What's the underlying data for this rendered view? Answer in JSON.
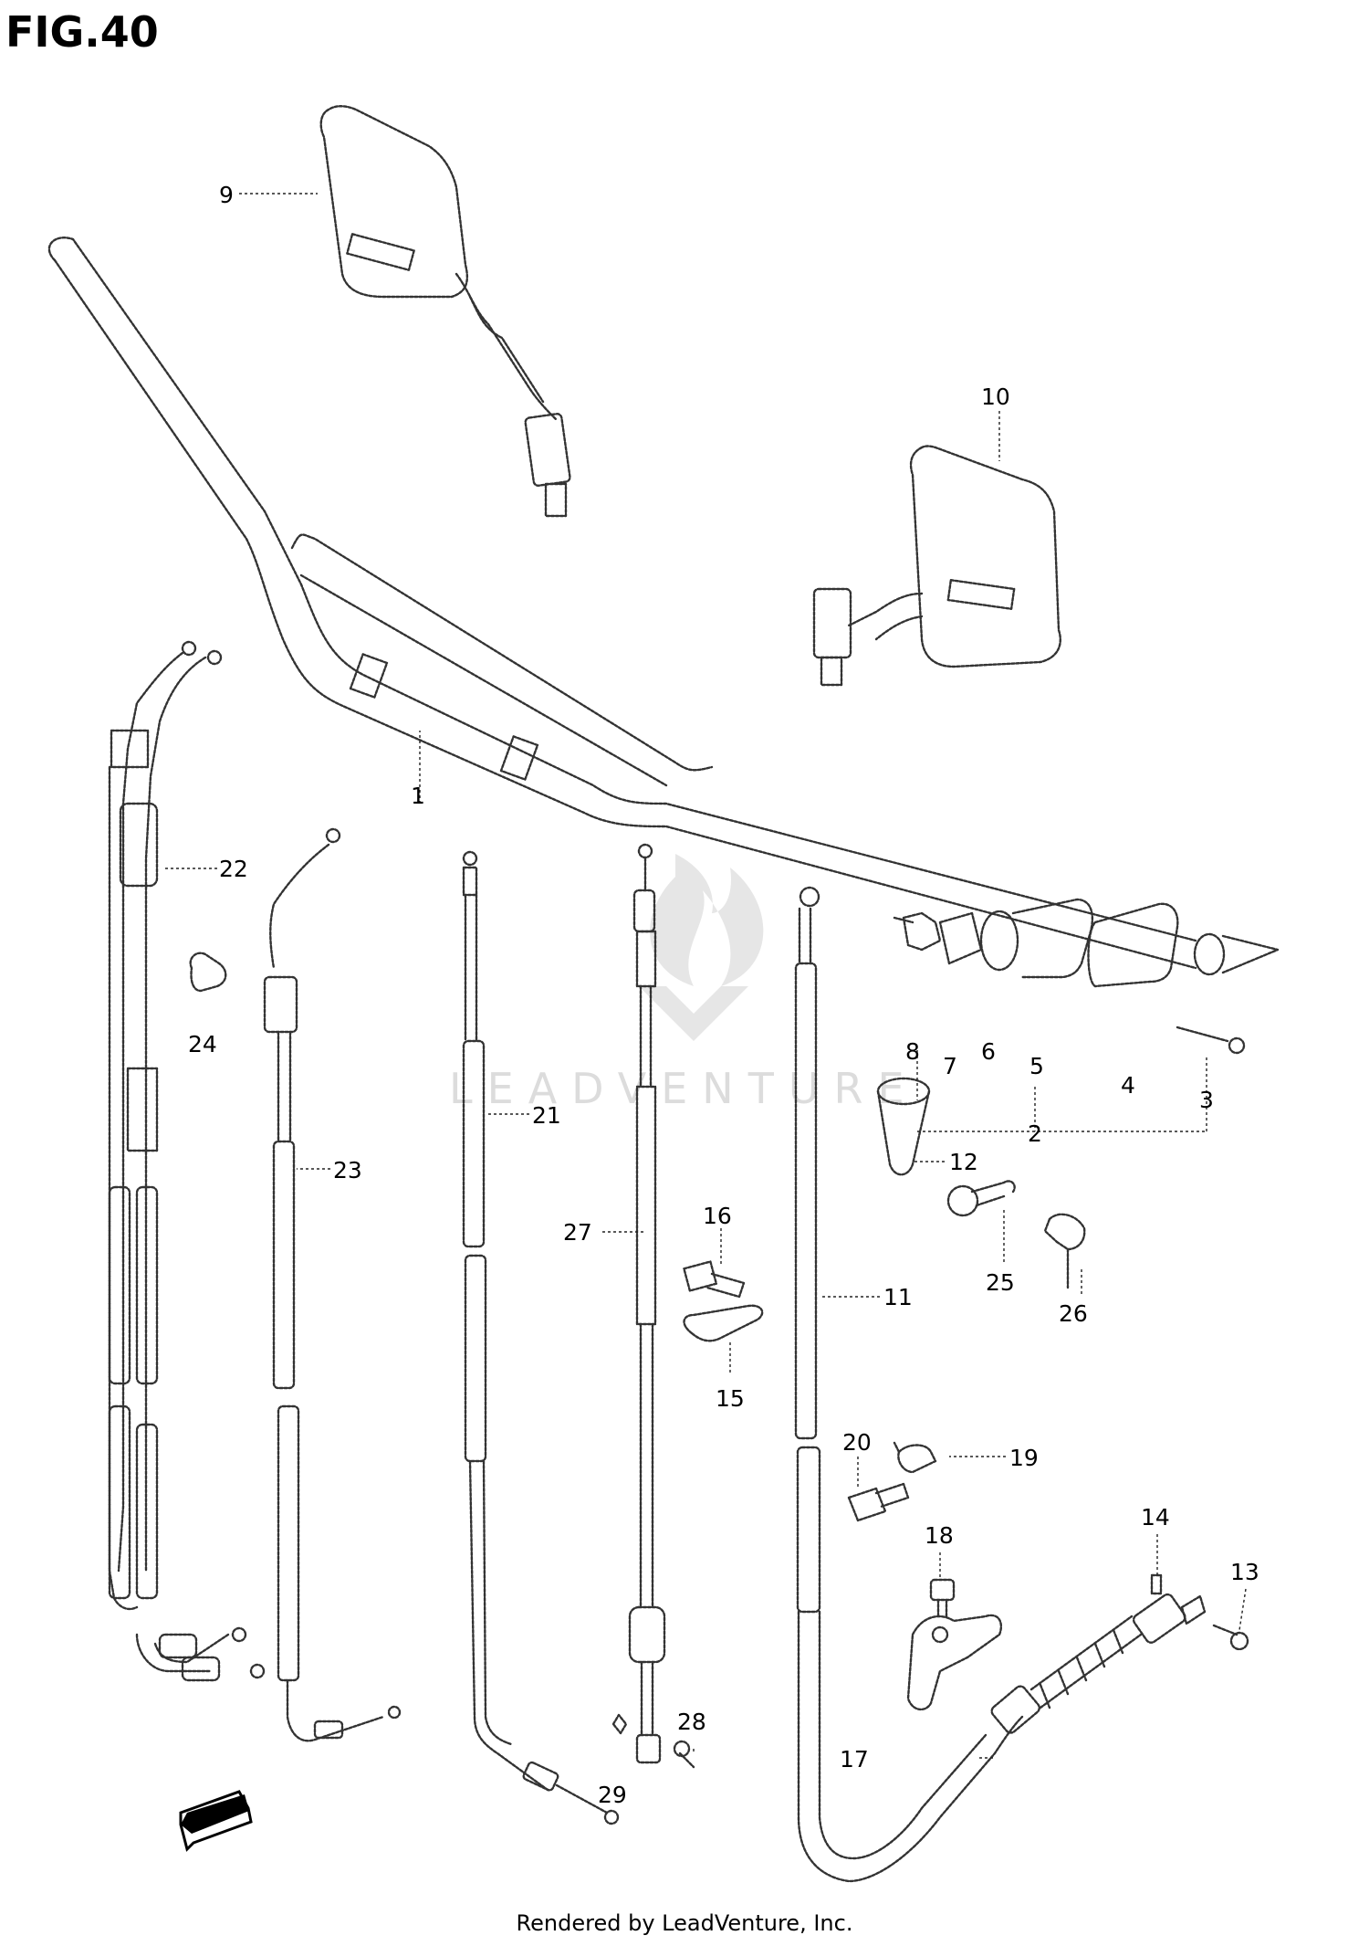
{
  "figure": {
    "title": "FIG.40",
    "footer": "Rendered by LeadVenture, Inc.",
    "watermark": "LEADVENTURE",
    "direction_arrow": "FWD"
  },
  "callouts": [
    {
      "id": "p1",
      "label": "1"
    },
    {
      "id": "p2",
      "label": "2"
    },
    {
      "id": "p3",
      "label": "3"
    },
    {
      "id": "p4",
      "label": "4"
    },
    {
      "id": "p5",
      "label": "5"
    },
    {
      "id": "p6",
      "label": "6"
    },
    {
      "id": "p7",
      "label": "7"
    },
    {
      "id": "p8",
      "label": "8"
    },
    {
      "id": "p9",
      "label": "9"
    },
    {
      "id": "p10",
      "label": "10"
    },
    {
      "id": "p11",
      "label": "11"
    },
    {
      "id": "p12",
      "label": "12"
    },
    {
      "id": "p13",
      "label": "13"
    },
    {
      "id": "p14",
      "label": "14"
    },
    {
      "id": "p15",
      "label": "15"
    },
    {
      "id": "p16",
      "label": "16"
    },
    {
      "id": "p17",
      "label": "17"
    },
    {
      "id": "p18",
      "label": "18"
    },
    {
      "id": "p19",
      "label": "19"
    },
    {
      "id": "p20",
      "label": "20"
    },
    {
      "id": "p21",
      "label": "21"
    },
    {
      "id": "p22",
      "label": "22"
    },
    {
      "id": "p23",
      "label": "23"
    },
    {
      "id": "p24",
      "label": "24"
    },
    {
      "id": "p25",
      "label": "25"
    },
    {
      "id": "p26",
      "label": "26"
    },
    {
      "id": "p27",
      "label": "27"
    },
    {
      "id": "p28",
      "label": "28"
    },
    {
      "id": "p29",
      "label": "29"
    }
  ]
}
